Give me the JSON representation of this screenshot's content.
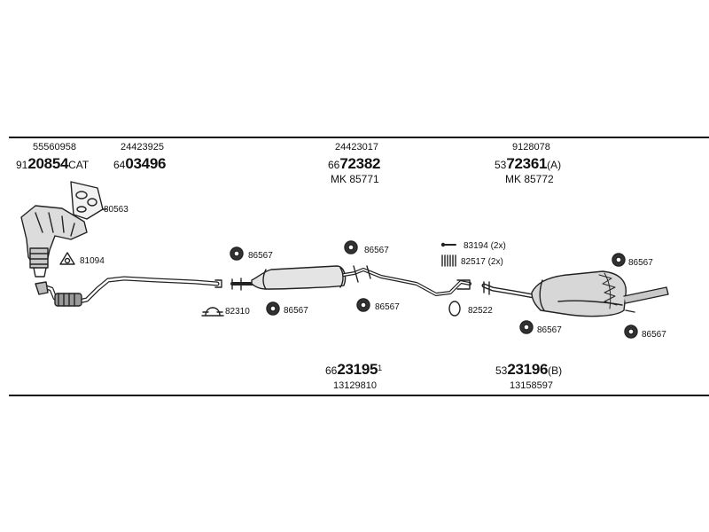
{
  "header_parts": [
    {
      "oe": "55560958",
      "pre": "91",
      "bold": "20854",
      "post": "CAT"
    },
    {
      "oe": "24423925",
      "pre": "64",
      "bold": "03496",
      "post": ""
    },
    {
      "oe": "24423017",
      "pre": "66",
      "bold": "72382",
      "post": "",
      "mk": "MK 85771"
    },
    {
      "oe": "9128078",
      "pre": "53",
      "bold": "72361",
      "post": "(A)",
      "mk": "MK 85772"
    }
  ],
  "footer_parts": [
    {
      "oe": "13129810",
      "pre": "66",
      "bold": "23195",
      "post": "1"
    },
    {
      "oe": "13158597",
      "pre": "53",
      "bold": "23196",
      "post": "(B)"
    }
  ],
  "callouts": {
    "c80563": "80563",
    "c81094": "81094",
    "c82310": "82310",
    "c86567_a": "86567",
    "c86567_b": "86567",
    "c86567_c": "86567",
    "c86567_d": "86567",
    "c86567_e": "86567",
    "c86567_f": "86567",
    "c86567_g": "86567",
    "c83194": "83194 (2x)",
    "c82517": "82517 (2x)",
    "c82522": "82522"
  }
}
